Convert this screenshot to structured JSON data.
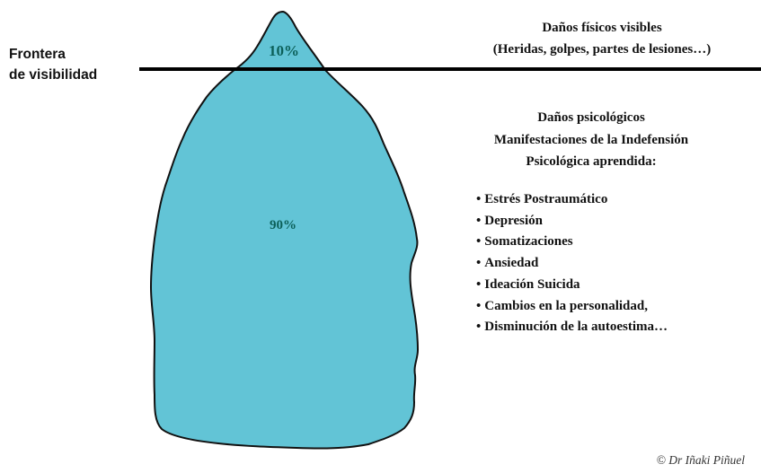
{
  "frontier": {
    "line1": "Frontera",
    "line2": "de visibilidad"
  },
  "iceberg": {
    "fill_color": "#62c4d6",
    "tip_percent": "10%",
    "body_percent": "90%"
  },
  "physical": {
    "title": "Daños físicos visibles",
    "subtitle": "(Heridas, golpes, partes de lesiones…)"
  },
  "psychological": {
    "line1": "Daños psicológicos",
    "line2": "Manifestaciones de la Indefensión",
    "line3": "Psicológica aprendida:",
    "items": [
      "Estrés Postraumático",
      "Depresión",
      "Somatizaciones",
      "Ansiedad",
      "Ideación Suicida",
      "Cambios en la personalidad,",
      "Disminución de la autoestima…"
    ]
  },
  "copyright": "© Dr Iñaki Piñuel"
}
